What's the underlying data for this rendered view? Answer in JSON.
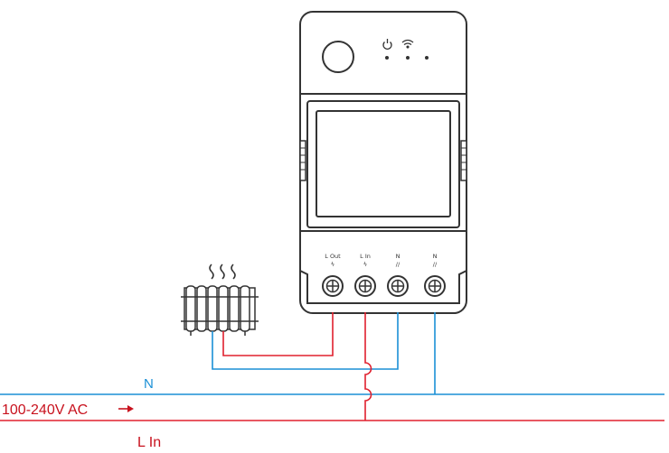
{
  "device": {
    "terminals": [
      {
        "label": "L Out",
        "symbol": "ϟ"
      },
      {
        "label": "L In",
        "symbol": "ϟ"
      },
      {
        "label": "N",
        "symbol": "//"
      },
      {
        "label": "N",
        "symbol": "//"
      }
    ],
    "indicators": [
      "power-icon",
      "wifi-icon"
    ]
  },
  "mains": {
    "neutral_label": "N",
    "voltage_label": "100-240V AC",
    "live_label": "L In"
  },
  "colors": {
    "live": "#e0202e",
    "neutral": "#1a8fd6",
    "outline": "#333333"
  }
}
